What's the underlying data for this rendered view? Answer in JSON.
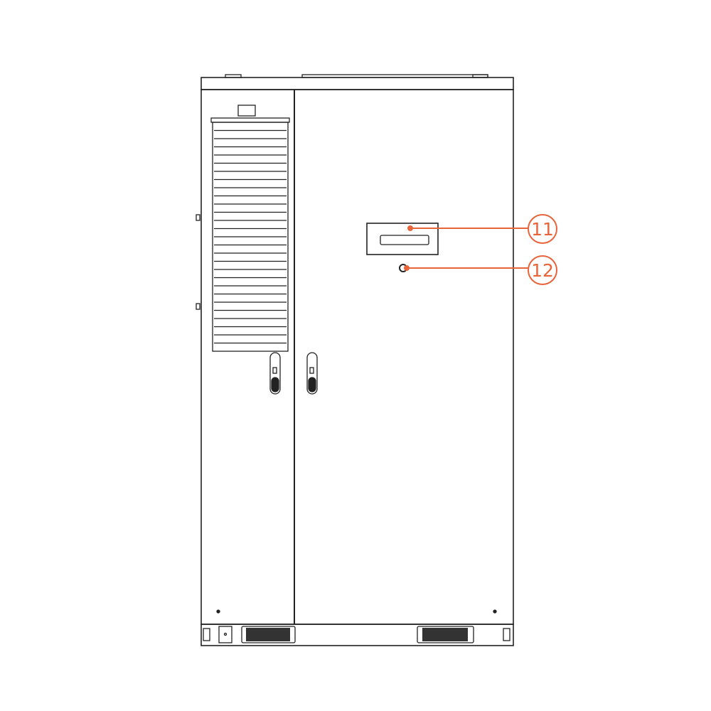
{
  "diagram": {
    "accent_color": "#e8643a",
    "line_color": "#222222",
    "louver_slats": 28,
    "callouts": [
      {
        "label": "11",
        "target": "display-panel"
      },
      {
        "label": "12",
        "target": "knob"
      }
    ]
  }
}
